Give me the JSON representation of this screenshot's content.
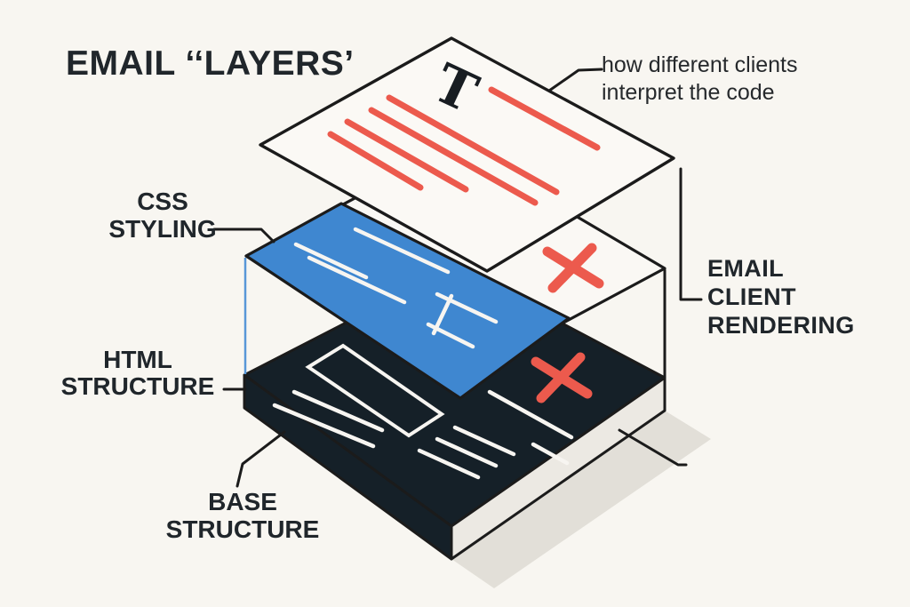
{
  "title": "EMAIL ‘‘LAYERS’",
  "annotation": {
    "line1": "how different clients",
    "line2": "interpret the code"
  },
  "labels": {
    "css_styling": {
      "line1": "CSS",
      "line2": "STYLING"
    },
    "html_structure": {
      "line1": "HTML",
      "line2": "STRUCTURE"
    },
    "base_structure": {
      "line1": "BASE",
      "line2": "STRUCTURE"
    },
    "email_client_rendering": {
      "line1": "EMAIL",
      "line2": "CLIENT",
      "line3": "RENDERING"
    }
  },
  "diagram": {
    "top_sheet_glyph": "T",
    "icons": {
      "x_mark": "✕"
    },
    "colors": {
      "background": "#F8F6F1",
      "outline": "#1B1B1B",
      "accent_blue": "#3F87D0",
      "accent_red": "#EC5A4D",
      "slab_dark": "#152028",
      "slab_side": "#ECE9E3",
      "shadow": "#E2DFD8",
      "text": "#20262B"
    }
  }
}
